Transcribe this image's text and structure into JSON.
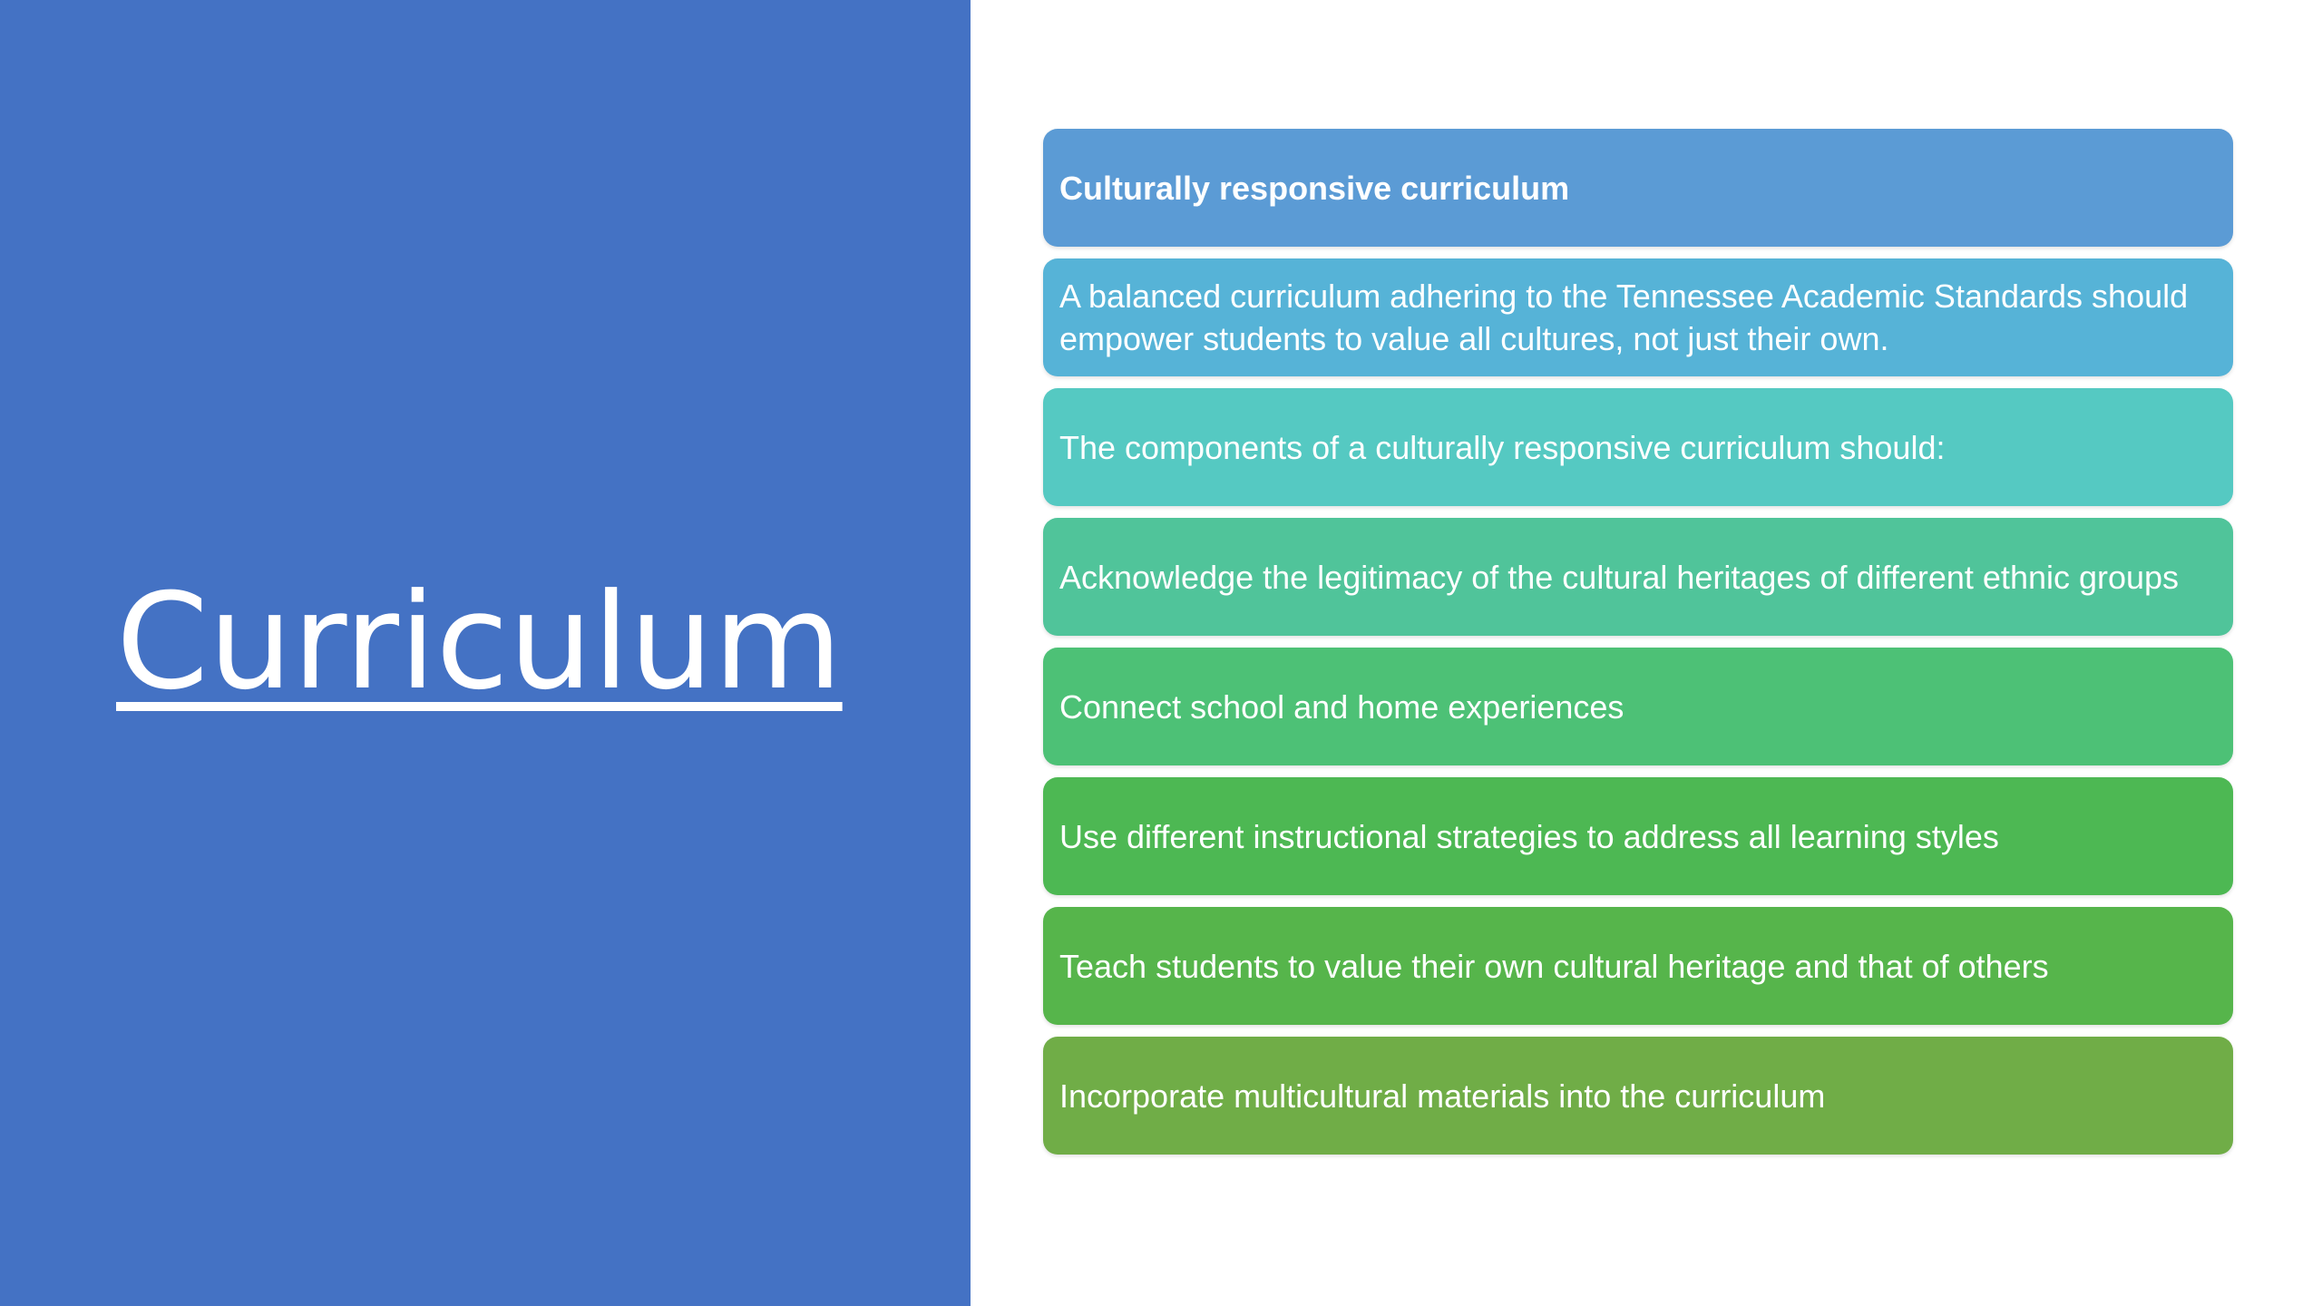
{
  "slide": {
    "title": "Curriculum",
    "panel_color": "#4472c4"
  },
  "list": {
    "items": [
      {
        "text": "Culturally responsive curriculum",
        "color": "#5b9bd5"
      },
      {
        "text": "A balanced curriculum adhering to the Tennessee Academic Standards should empower students to value all cultures, not just their own.",
        "color": "#56b3d7"
      },
      {
        "text": "The components of a culturally responsive curriculum should:",
        "color": "#55c9c2"
      },
      {
        "text": "Acknowledge the legitimacy of the cultural heritages of different ethnic groups",
        "color": "#50c49a"
      },
      {
        "text": "Connect school and home experiences",
        "color": "#4dc176"
      },
      {
        "text": "Use different instructional strategies to address all learning styles",
        "color": "#4db853"
      },
      {
        "text": "Teach students to value their own cultural heritage and that of others",
        "color": "#56b54b"
      },
      {
        "text": "Incorporate multicultural materials into the curriculum",
        "color": "#70ad47"
      }
    ]
  }
}
